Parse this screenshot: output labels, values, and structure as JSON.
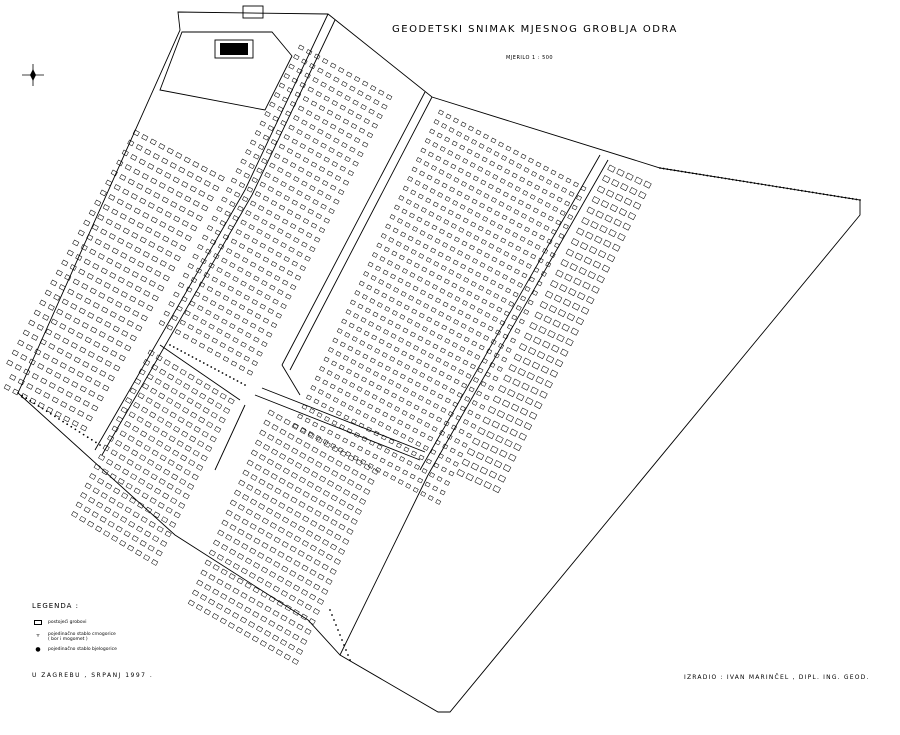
{
  "title": "GEODETSKI  SNIMAK  MJESNOG  GROBLJA  ODRA",
  "scale": "MJERILO   1 : 500",
  "legend": {
    "heading": "LEGENDA :",
    "items": [
      {
        "symbol": "rectangle",
        "lines": [
          "postojeći grobovi"
        ]
      },
      {
        "symbol": "tree",
        "lines": [
          "pojedinačno stablo crnogorice",
          "( bor i mogomet )"
        ]
      },
      {
        "symbol": "bullet",
        "lines": [
          "pojedinačno stablo bjelogorice"
        ]
      }
    ]
  },
  "place_date": "U  ZAGREBU ,  SRPANJ   1997 .",
  "author": "IZRADIO :  IVAN  MARINČEL ,  DIPL. ING. GEOD.",
  "colors": {
    "ink": "#000000",
    "paper": "#ffffff"
  },
  "icons": [
    "north-arrow-icon"
  ]
}
